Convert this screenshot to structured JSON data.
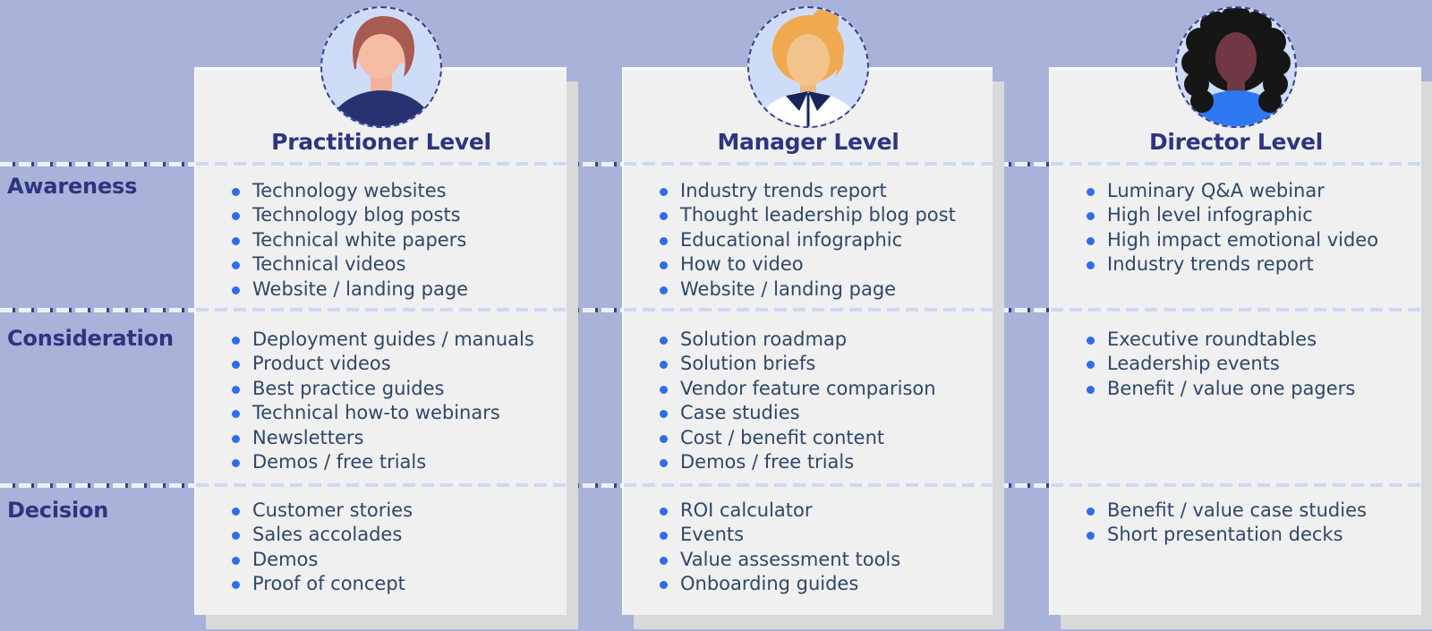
{
  "stages": [
    {
      "label": "Awareness"
    },
    {
      "label": "Consideration"
    },
    {
      "label": "Decision"
    }
  ],
  "personas": [
    {
      "title": "Practitioner Level",
      "avatar": "man-brown-hair",
      "awareness": [
        "Technology websites",
        "Technology blog posts",
        "Technical white papers",
        "Technical videos",
        "Website / landing page"
      ],
      "consideration": [
        "Deployment guides / manuals",
        "Product videos",
        "Best practice guides",
        "Technical how-to webinars",
        "Newsletters",
        "Demos / free trials"
      ],
      "decision": [
        "Customer stories",
        "Sales accolades",
        "Demos",
        "Proof of concept"
      ]
    },
    {
      "title": "Manager Level",
      "avatar": "woman-blonde-bun",
      "awareness": [
        "Industry trends report",
        "Thought leadership blog post",
        "Educational infographic",
        "How to video",
        "Website / landing page"
      ],
      "consideration": [
        "Solution roadmap",
        "Solution briefs",
        "Vendor feature comparison",
        "Case studies",
        "Cost / benefit content",
        "Demos / free trials"
      ],
      "decision": [
        "ROI calculator",
        "Events",
        "Value assessment tools",
        "Onboarding guides"
      ]
    },
    {
      "title": "Director Level",
      "avatar": "woman-dark-curly-hair",
      "awareness": [
        "Luminary Q&A webinar",
        "High level infographic",
        "High impact emotional video",
        "Industry trends report"
      ],
      "consideration": [
        "Executive roundtables",
        "Leadership events",
        "Benefit / value one pagers"
      ],
      "decision": [
        "Benefit / value case studies",
        "Short presentation decks"
      ]
    }
  ],
  "colors": {
    "background": "#a9b2d8",
    "card": "#f0f0f0",
    "card_shadow": "#d9d9d9",
    "heading_navy": "#2d3580",
    "body_text": "#2e4769",
    "bullet_blue": "#2f6de8",
    "bg_dash_light": "#edf1fd",
    "bg_dash_dark": "#39417f",
    "card_dash": "#ccd9f4",
    "avatar_circle": "#cfdcf7"
  }
}
